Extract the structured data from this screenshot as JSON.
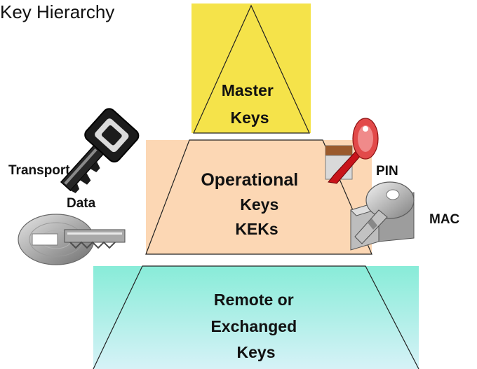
{
  "title": "Key Hierarchy",
  "tiers": {
    "master": {
      "lines": [
        "Master",
        "Keys"
      ],
      "color": "#f5e34a"
    },
    "operational": {
      "lines": [
        "Operational",
        "Keys",
        "KEKs"
      ],
      "color": "#fcd7b4"
    },
    "remote": {
      "lines": [
        "Remote or",
        "Exchanged",
        "Keys"
      ],
      "color_top": "#88ecd8",
      "color_bottom": "#d6f2f7"
    }
  },
  "key_labels": {
    "transport": "Transport",
    "data": "Data",
    "pin": "PIN",
    "mac": "MAC"
  },
  "icons": {
    "transport": "black-key-icon",
    "data": "gray-key-icon",
    "pin": "red-key-icon",
    "mac": "silver-key-icon"
  }
}
